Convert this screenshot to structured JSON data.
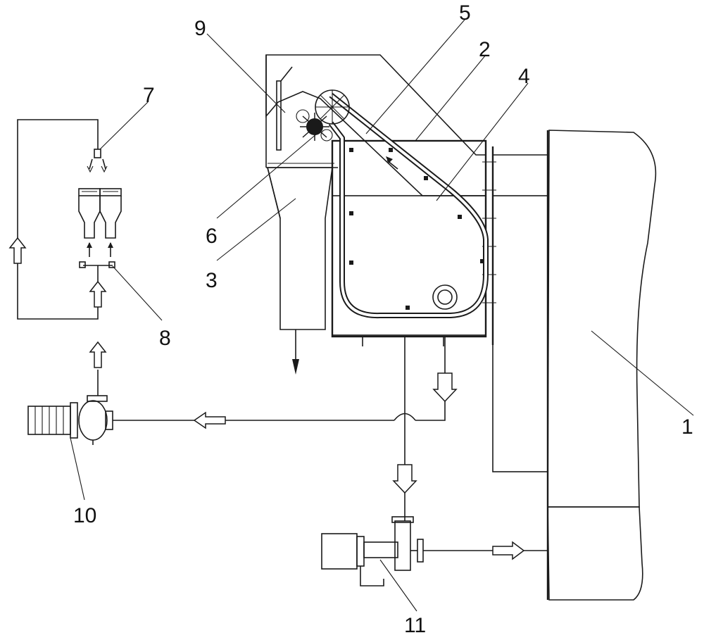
{
  "colors": {
    "ink": "#1a1a1a",
    "background": "#ffffff"
  },
  "labels": {
    "l1": "1",
    "l2": "2",
    "l3": "3",
    "l4": "4",
    "l5": "5",
    "l6": "6",
    "l7": "7",
    "l8": "8",
    "l9": "9",
    "l10": "10",
    "l11": "11"
  }
}
